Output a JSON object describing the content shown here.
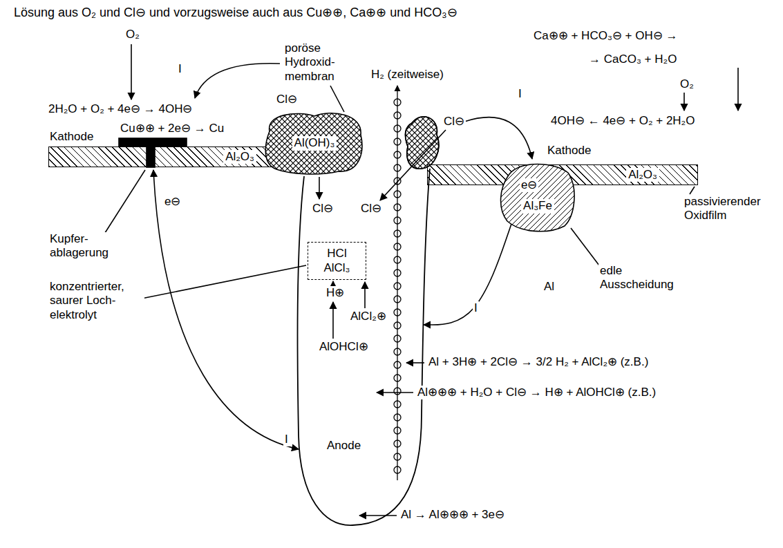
{
  "diagram": {
    "title": "Lösung aus O₂ und Cl⊖ und vorzugsweise auch aus Cu⊕⊕, Ca⊕⊕ und HCO₃⊖",
    "nodes": [
      {
        "text": [
          "Al₂O₃"
        ]
      },
      {
        "text": [
          "Al(OH)₃"
        ]
      },
      {
        "text": [
          "Al₂O₃"
        ]
      },
      {
        "text": [
          "Al₃Fe"
        ]
      },
      {
        "text": [
          "Anode"
        ]
      },
      {
        "text": [
          "HCl",
          "AlCl₃"
        ],
        "in": 4
      }
    ],
    "edges": [
      {
        "from": 3,
        "to": 4,
        "arrow": "to",
        "label": "I"
      }
    ],
    "labels": [
      "O₂",
      "I",
      "poröse Hydroxid- membran",
      "2H₂O + O₂ + 4e⊖ → 4OH⊖",
      "Kathode",
      "Cu⊕⊕ + 2e⊖ → Cu",
      "Cl⊖",
      "Cl⊖",
      "Cl⊖",
      "H₂ (zeitweise)",
      "Cl⊖",
      "I",
      "Ca⊕⊕ + HCO₃⊖ + OH⊖ →",
      "→ CaCO₃ + H₂O",
      "O₂",
      "4OH⊖ ← 4e⊖ + O₂ + 2H₂O",
      "Kathode",
      "e⊖",
      "e⊖",
      "passivierender Oxidfilm",
      "Kupfer- ablagerung",
      "edle Ausscheidung",
      "Al",
      "konzentrierter, saurer Loch- elektrolyt",
      "H⊕",
      "AlCl₂⊕",
      "AlOHCl⊕",
      "Al + 3H⊕ + 2Cl⊖ → 3/2 H₂ + AlCl₂⊕ (z.B.)",
      "Al⊕⊕⊕ + H₂O + Cl⊖ → H⊕ + AlOHCl⊕ (z.B.)",
      "I",
      "Al → Al⊕⊕⊕ + 3e⊖"
    ]
  }
}
